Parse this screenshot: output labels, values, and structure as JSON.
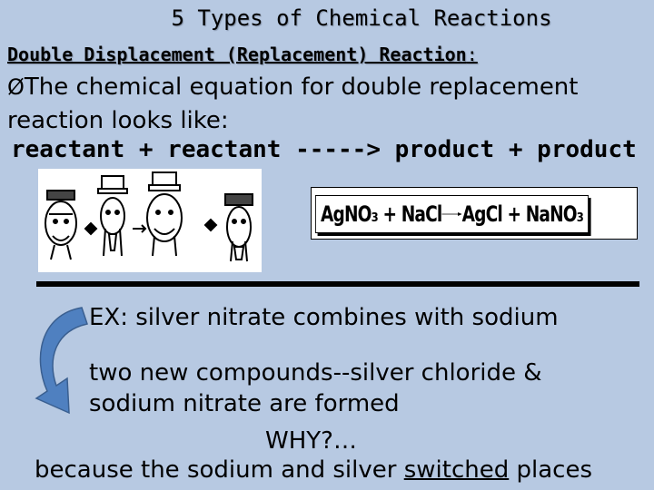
{
  "title": "5 Types of Chemical Reactions",
  "subtitle": "Double Displacement (Replacement) Reaction",
  "subtitle_colon": ":",
  "bullet": "The chemical equation for double replacement reaction looks like:",
  "bullet_marker": "Ø",
  "general_equation": "reactant + reactant -----> product + product",
  "cartoon_icon": "swapping-people-cartoon",
  "equation": {
    "left": "AgNO₃ + NaCl",
    "arrow": "→",
    "right": "AgCl + NaNO₃"
  },
  "example": "EX: silver nitrate combines with sodium",
  "result": "two new compounds--silver chloride & sodium nitrate are formed",
  "why": "WHY?…",
  "because_prefix": "because the sodium and silver ",
  "because_emph": "switched",
  "because_suffix": " places",
  "colors": {
    "background": "#b7c9e2",
    "curved_arrow": "#4f80c0"
  }
}
